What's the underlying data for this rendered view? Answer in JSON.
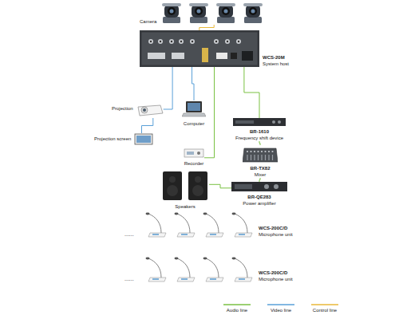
{
  "diagram": {
    "nodes": [
      {
        "text": [
          "Camera"
        ]
      },
      {
        "text": [
          "WCS-20M",
          "System host"
        ]
      },
      {
        "text": [
          "Projection"
        ]
      },
      {
        "text": [
          "Projection screen"
        ]
      },
      {
        "text": [
          "Computer"
        ]
      },
      {
        "text": [
          "Recorder"
        ]
      },
      {
        "text": [
          "BR-1610",
          "Frequency shift device"
        ]
      },
      {
        "text": [
          "BR-TX82",
          "Mixer"
        ]
      },
      {
        "text": [
          "BR-QE283",
          "Power amplifier"
        ]
      },
      {
        "text": [
          "Speakers"
        ]
      },
      {
        "text": [
          "WCS-200C/D",
          "Microphone unit"
        ]
      },
      {
        "text": [
          "WCS-200C/D",
          "Microphone unit"
        ]
      }
    ],
    "edges": [
      {
        "from": 0,
        "to": 1,
        "arrow": "none"
      },
      {
        "from": 1,
        "to": 2,
        "arrow": "none"
      },
      {
        "from": 2,
        "to": 3,
        "arrow": "none"
      },
      {
        "from": 1,
        "to": 4,
        "arrow": "none"
      },
      {
        "from": 1,
        "to": 5,
        "arrow": "none"
      },
      {
        "from": 1,
        "to": 6,
        "arrow": "none"
      },
      {
        "from": 6,
        "to": 7,
        "arrow": "none"
      },
      {
        "from": 7,
        "to": 8,
        "arrow": "none"
      },
      {
        "from": 8,
        "to": 9,
        "arrow": "none"
      }
    ],
    "labels": [
      "......",
      "......"
    ],
    "legend": [
      {
        "text": "Audio line"
      },
      {
        "text": "Video line"
      },
      {
        "text": "Control line"
      }
    ]
  }
}
